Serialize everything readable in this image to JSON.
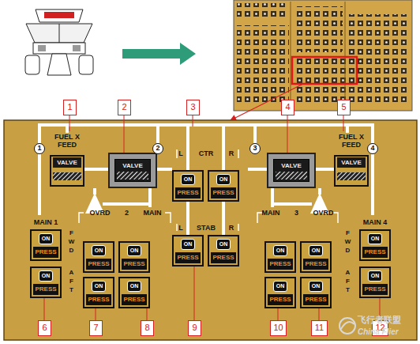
{
  "diagram": {
    "nodes": [
      {
        "text": [
          "1"
        ]
      },
      {
        "text": [
          "FUEL X FEED",
          "VALVE"
        ]
      },
      {
        "text": [
          "VALVE"
        ]
      },
      {
        "text": [
          "2"
        ]
      },
      {
        "text": [
          "ON",
          "PRESS"
        ]
      },
      {
        "text": [
          "ON",
          "PRESS"
        ]
      },
      {
        "text": [
          "3"
        ]
      },
      {
        "text": [
          "VALVE"
        ]
      },
      {
        "text": [
          "FUEL X FEED",
          "VALVE"
        ]
      },
      {
        "text": [
          "4"
        ]
      },
      {
        "text": [
          "ON",
          "PRESS"
        ]
      },
      {
        "text": [
          "ON",
          "PRESS"
        ]
      },
      {
        "text": [
          "ON",
          "PRESS"
        ]
      },
      {
        "text": [
          "ON",
          "PRESS"
        ]
      },
      {
        "text": [
          "ON",
          "PRESS"
        ]
      },
      {
        "text": [
          "ON",
          "PRESS"
        ]
      },
      {
        "text": [
          "ON",
          "PRESS"
        ]
      },
      {
        "text": [
          "ON",
          "PRESS"
        ]
      },
      {
        "text": [
          "ON",
          "PRESS"
        ]
      },
      {
        "text": [
          "ON",
          "PRESS"
        ]
      },
      {
        "text": [
          "ON",
          "PRESS"
        ]
      },
      {
        "text": [
          "ON",
          "PRESS"
        ]
      },
      {
        "text": [
          "ON",
          "PRESS"
        ]
      },
      {
        "text": [
          "ON",
          "PRESS"
        ]
      }
    ],
    "labels": [
      "L",
      "CTR",
      "R",
      "L",
      "STAB",
      "R",
      "MAIN 1",
      "OVRD 2 MAIN",
      "MAIN 3 OVRD",
      "MAIN 4",
      "FWD",
      "AFT",
      "FWD",
      "AFT",
      "1",
      "2",
      "3",
      "4",
      "5",
      "6",
      "7",
      "8",
      "9",
      "10",
      "11",
      "12",
      "飞行者联盟",
      "China Flier"
    ]
  }
}
